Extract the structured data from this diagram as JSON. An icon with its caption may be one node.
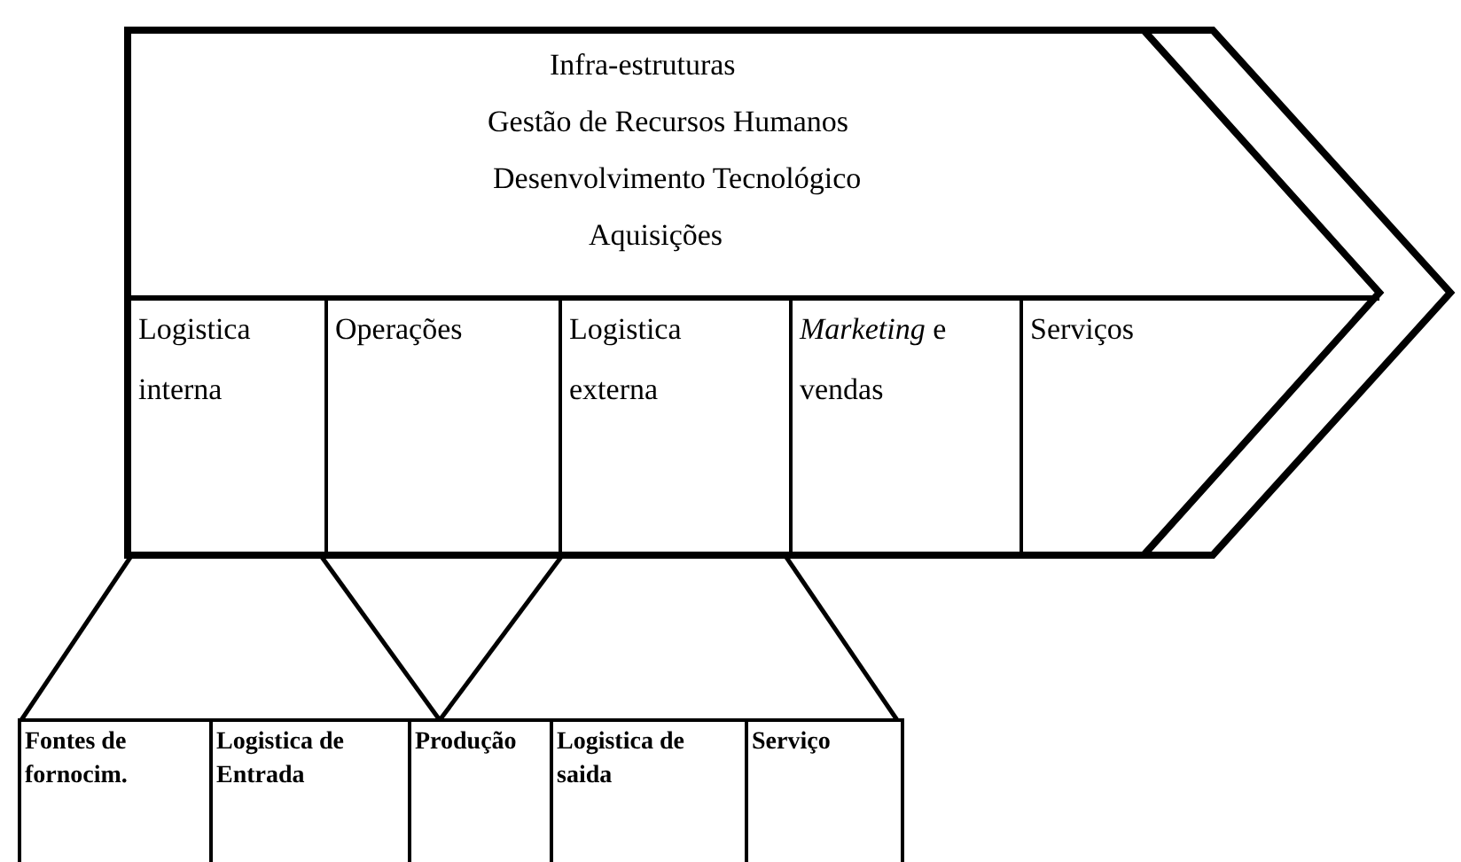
{
  "diagram": {
    "nodes": [
      {
        "text": [
          "Infra-estruturas",
          "Gestão de Recursos Humanos",
          "Desenvolvimento Tecnológico",
          "Aquisições"
        ]
      },
      {
        "text": [
          "Logistica interna"
        ],
        "in": 0
      },
      {
        "text": [
          "Operações"
        ],
        "in": 0
      },
      {
        "text": [
          "Logistica externa"
        ],
        "in": 0
      },
      {
        "text": [
          "*Marketing* e vendas"
        ],
        "in": 0
      },
      {
        "text": [
          "Serviços"
        ],
        "in": 0
      },
      {
        "text": [
          "Fontes de fornocim."
        ]
      },
      {
        "text": [
          "Logistica de Entrada"
        ]
      },
      {
        "text": [
          "Produção"
        ]
      },
      {
        "text": [
          "Logistica de saida"
        ]
      },
      {
        "text": [
          "Serviço"
        ]
      }
    ],
    "edges": [
      {
        "from": 1,
        "to": 6,
        "arrow": "none"
      },
      {
        "from": 1,
        "to": 8,
        "arrow": "none"
      },
      {
        "from": 3,
        "to": 8,
        "arrow": "none"
      },
      {
        "from": 3,
        "to": 10,
        "arrow": "none"
      }
    ]
  }
}
